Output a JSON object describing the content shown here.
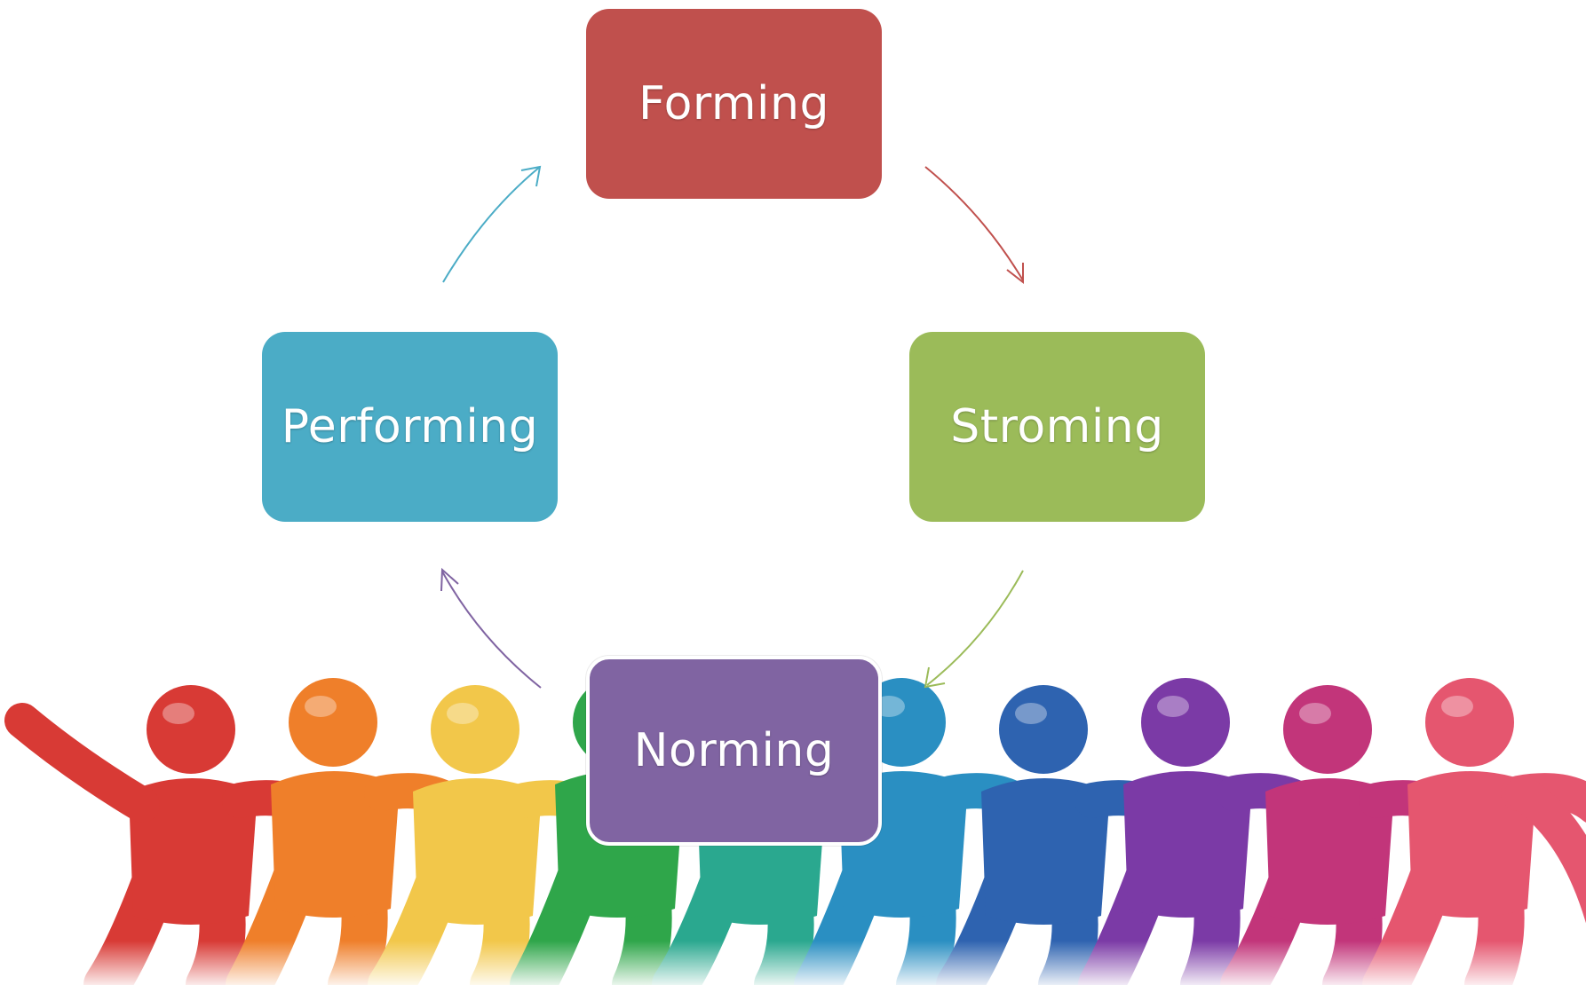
{
  "diagram": {
    "stages": [
      {
        "id": "forming",
        "label": "Forming",
        "color": "#c0504d"
      },
      {
        "id": "storming",
        "label": "Stroming",
        "color": "#9bbb59"
      },
      {
        "id": "norming",
        "label": "Norming",
        "color": "#8064a2"
      },
      {
        "id": "performing",
        "label": "Performing",
        "color": "#4bacc6"
      }
    ],
    "arrows": [
      {
        "from": "forming",
        "to": "storming",
        "color": "#c0504d"
      },
      {
        "from": "storming",
        "to": "norming",
        "color": "#9bbb59"
      },
      {
        "from": "norming",
        "to": "performing",
        "color": "#8064a2"
      },
      {
        "from": "performing",
        "to": "forming",
        "color": "#4bacc6"
      }
    ]
  },
  "illustration": {
    "figure_colors": [
      "#d83a35",
      "#ef7f2a",
      "#f2c74a",
      "#2fa64a",
      "#2aa88f",
      "#2a8fc2",
      "#2e63b0",
      "#7b3aa6",
      "#c2357a",
      "#e5566f"
    ]
  }
}
